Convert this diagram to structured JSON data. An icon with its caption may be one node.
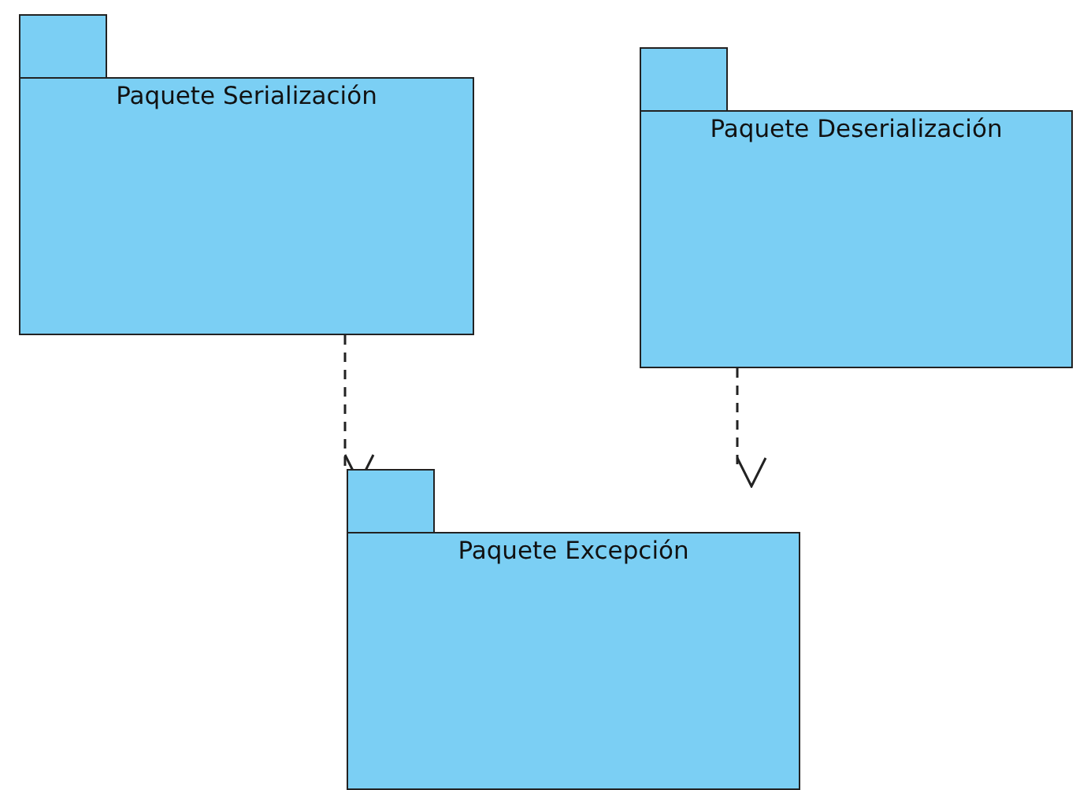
{
  "diagram": {
    "nodes": [
      {
        "text": [
          "Paquete Serialización"
        ]
      },
      {
        "text": [
          "Paquete Deserialización"
        ]
      },
      {
        "text": [
          "Paquete Excepción"
        ]
      }
    ],
    "edges": [
      {
        "from": 0,
        "to": 2,
        "arrow": "to",
        "style": "dashed"
      },
      {
        "from": 1,
        "to": null,
        "arrow": "to",
        "style": "dashed"
      }
    ]
  }
}
